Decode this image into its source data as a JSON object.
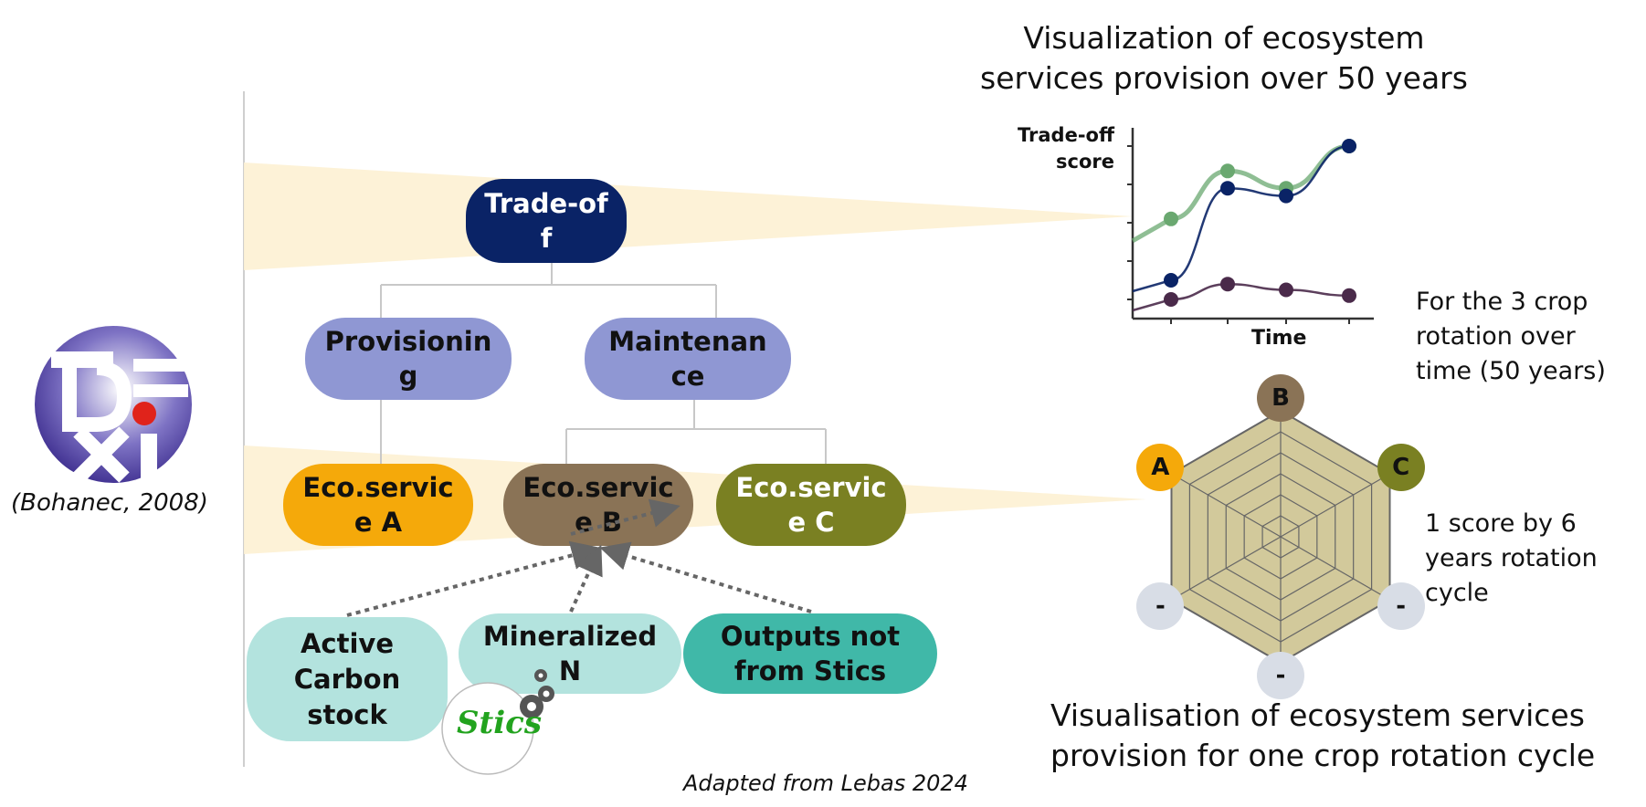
{
  "left": {
    "citation": "(Bohanec, 2008)"
  },
  "tree": {
    "root": "Trade-off",
    "provisioning": "Provisioning",
    "maintenance": "Maintenance",
    "eco_a": "Eco.service A",
    "eco_b": "Eco.service B",
    "eco_c": "Eco.service C",
    "input_carbon": "Active Carbon stock",
    "input_nitrogen": "Mineralized N",
    "input_other": "Outputs not from Stics"
  },
  "stics_logo": "Stics",
  "credit": "Adapted from Lebas 2024",
  "right": {
    "title_top": "Visualization of ecosystem services provision over 50 years",
    "title_bottom": "Visualisation of ecosystem services provision for one crop rotation cycle",
    "note_top": "For the 3 crop rotation over time (50 years)",
    "note_mid": "1 score by 6 years rotation cycle"
  },
  "chart_data": {
    "type": "line",
    "ylabel": "Trade-off score",
    "xlabel": "Time",
    "x": [
      1,
      2,
      3,
      4
    ],
    "series": [
      {
        "color": "#6aa870",
        "values": [
          5.2,
          7.7,
          6.8,
          9.0
        ]
      },
      {
        "color": "#0a2366",
        "values": [
          2.0,
          6.8,
          6.4,
          9.0
        ]
      },
      {
        "color": "#4a2a4a",
        "values": [
          1.0,
          1.8,
          1.5,
          1.2
        ]
      }
    ]
  },
  "radar": {
    "labels": [
      "B",
      "C",
      "-",
      "-",
      "-",
      "A"
    ],
    "colors": [
      "#8a7356",
      "#7a8022",
      "#d8dde6",
      "#d8dde6",
      "#d8dde6",
      "#f5a90a"
    ]
  }
}
